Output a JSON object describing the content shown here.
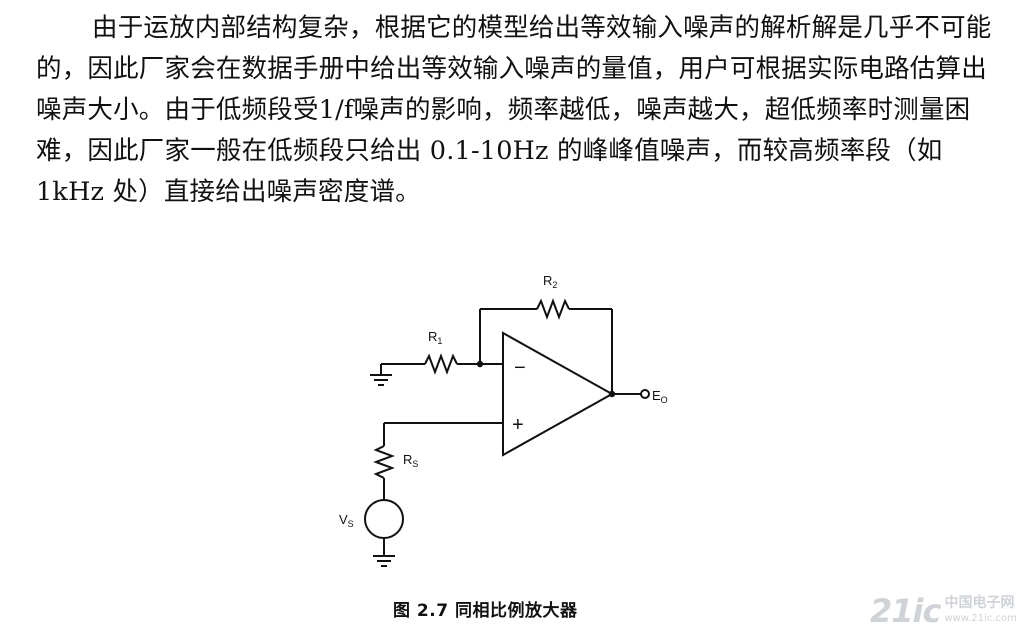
{
  "paragraph": {
    "text": "由于运放内部结构复杂，根据它的模型给出等效输入噪声的解析解是几乎不可能的，因此厂家会在数据手册中给出等效输入噪声的量值，用户可根据实际电路估算出噪声大小。由于低频段受1/f噪声的影响，频率越低，噪声越大，超低频率时测量困难，因此厂家一般在低频段只给出 0.1-10Hz 的峰峰值噪声，而较高频率段（如 1kHz 处）直接给出噪声密度谱。"
  },
  "circuit": {
    "r1_main": "R",
    "r1_sub": "1",
    "r2_main": "R",
    "r2_sub": "2",
    "rs_main": "R",
    "rs_sub": "S",
    "vs_main": "V",
    "vs_sub": "S",
    "eo_main": "E",
    "eo_sub": "O",
    "minus_sign": "−",
    "plus_sign": "+"
  },
  "caption": "图 2.7 同相比例放大器",
  "watermark": {
    "logo": "21ic",
    "cn": "中国电子网",
    "url": "www.21ic.com"
  }
}
